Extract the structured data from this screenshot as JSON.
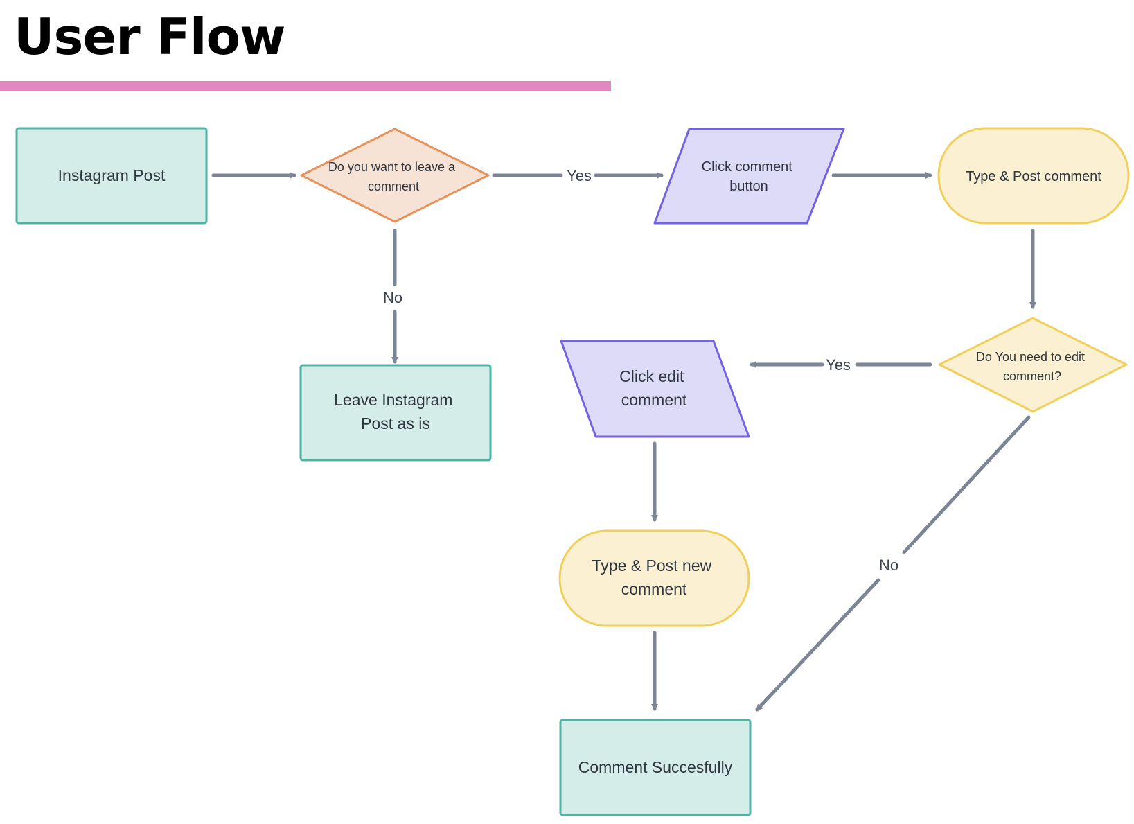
{
  "header": {
    "title": "User Flow",
    "underline_color": "#e288c1"
  },
  "colors": {
    "process_fill": "#d5ede8",
    "process_stroke": "#4fb3a5",
    "decision_orange_fill": "#f6e3d6",
    "decision_orange_stroke": "#e8915a",
    "io_fill": "#dedbf8",
    "io_stroke": "#7262e6",
    "terminal_fill": "#fbf1d2",
    "terminal_stroke": "#f1cf5b",
    "arrow": "#7b8594"
  },
  "nodes": {
    "instagram_post": {
      "lines": [
        "Instagram Post"
      ]
    },
    "decision_leave_comment": {
      "lines": [
        "Do you want to leave a",
        "comment"
      ]
    },
    "click_comment_button": {
      "lines": [
        "Click comment",
        "button"
      ]
    },
    "type_post_comment": {
      "lines": [
        "Type & Post comment"
      ]
    },
    "leave_post_as_is": {
      "lines": [
        "Leave Instagram",
        "Post as is"
      ]
    },
    "decision_edit_comment": {
      "lines": [
        "Do You need to edit",
        "comment?"
      ]
    },
    "click_edit_comment": {
      "lines": [
        "Click edit",
        "comment"
      ]
    },
    "type_post_new_comment": {
      "lines": [
        "Type & Post new",
        "comment"
      ]
    },
    "comment_successfully": {
      "lines": [
        "Comment Succesfully"
      ]
    }
  },
  "edges": {
    "yes_1": "Yes",
    "no_1": "No",
    "yes_2": "Yes",
    "no_2": "No"
  }
}
